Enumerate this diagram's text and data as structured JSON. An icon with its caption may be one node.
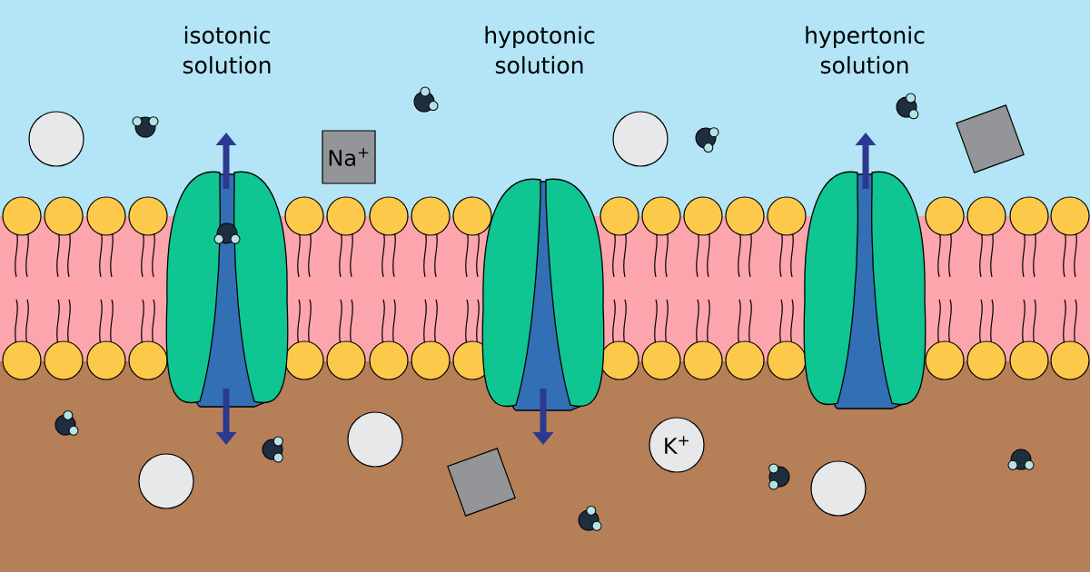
{
  "diagram": {
    "nodes": [
      {
        "text": [
          "Na$^{+}$"
        ]
      },
      {
        "text": [
          "K$^{+}$"
        ]
      },
      {
        "text": [],
        "shape": "circle"
      },
      {
        "text": [],
        "shape": "circle"
      },
      {
        "text": [],
        "shape": "circle"
      },
      {
        "text": [],
        "shape": "circle"
      },
      {
        "text": [],
        "shape": "circle"
      },
      {
        "text": [],
        "shape": "box"
      },
      {
        "text": [],
        "shape": "box"
      }
    ],
    "labels": [
      "isotonic solution",
      "hypotonic solution",
      "hypertonic solution"
    ]
  }
}
